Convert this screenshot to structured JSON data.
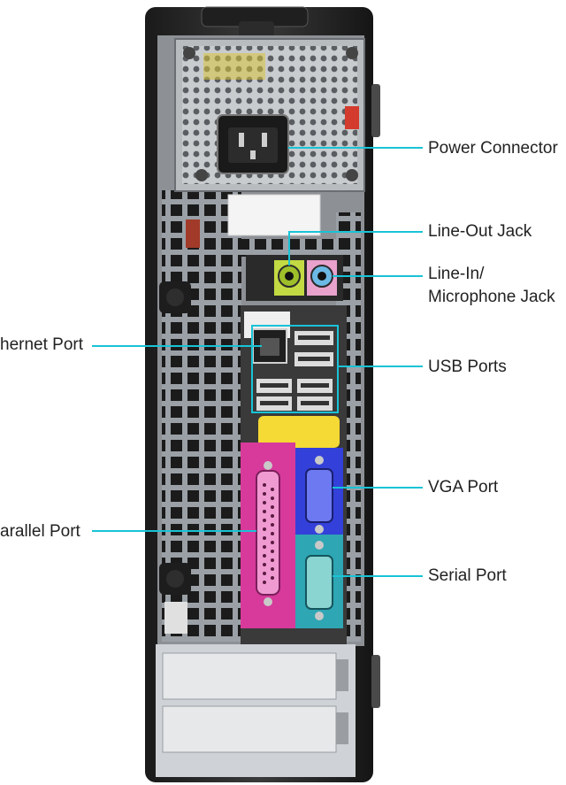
{
  "labels": {
    "power": "Power Connector",
    "line_out": "Line-Out Jack",
    "line_in_1": "Line-In/",
    "line_in_2": "Microphone Jack",
    "ethernet": "hernet Port",
    "usb": "USB Ports",
    "vga": "VGA Port",
    "parallel": "arallel Port",
    "serial": "Serial Port"
  },
  "colors": {
    "leader_line": "#19c3d6",
    "case_dark": "#262626",
    "chassis_grey": "#8d9196",
    "audio_green": "#b9d43c",
    "audio_blue": "#69b8e6",
    "cover_yellow": "#f5d934",
    "parallel_pink": "#d73a9b",
    "vga_blue": "#3340d9",
    "serial_teal": "#2ea6b4"
  }
}
